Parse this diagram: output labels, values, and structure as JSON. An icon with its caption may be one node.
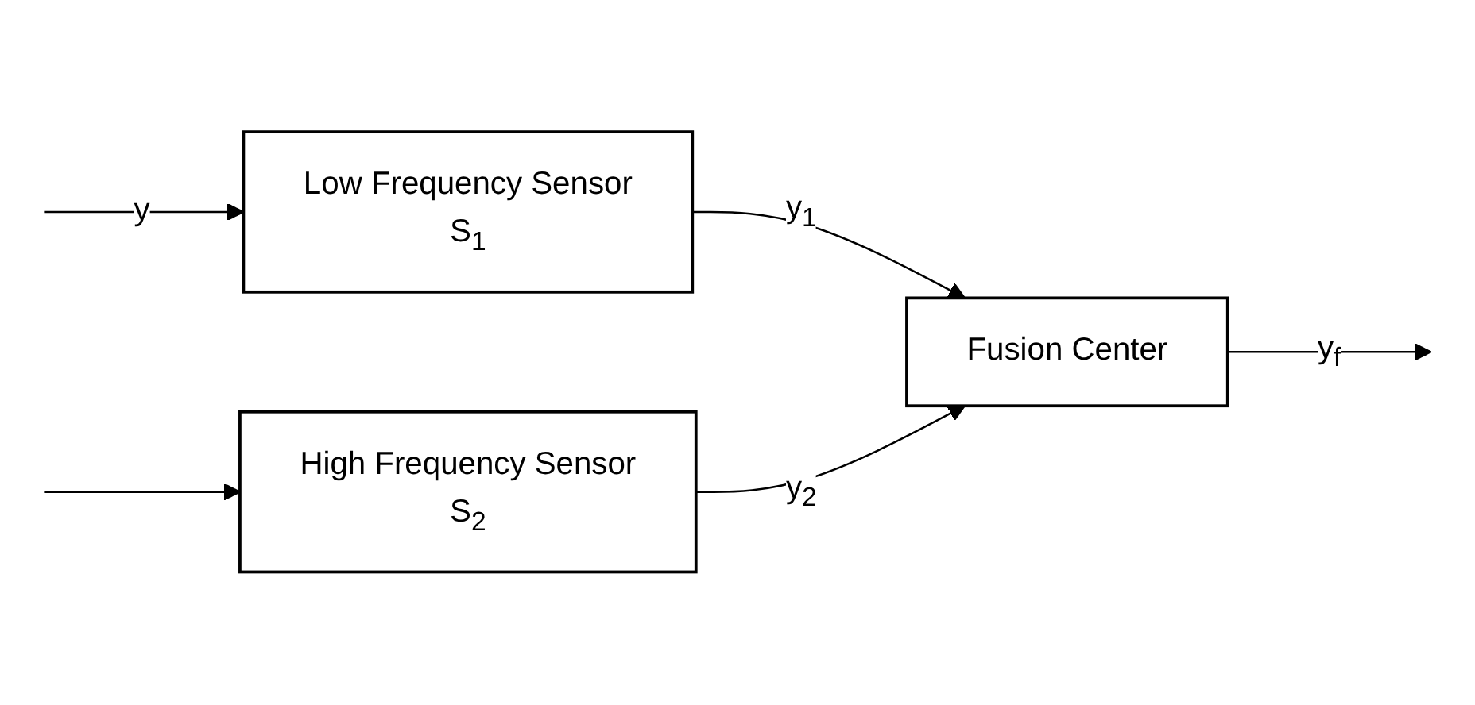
{
  "diagram": {
    "nodes": [
      {
        "text": [
          "Low Frequency Sensor",
          "S$_{1}$"
        ]
      },
      {
        "text": [
          "High Frequency Sensor",
          "S$_{2}$"
        ]
      },
      {
        "text": [
          "Fusion Center"
        ]
      }
    ],
    "edges": [
      {
        "from": null,
        "to": 0,
        "arrow": "to",
        "label": "y"
      },
      {
        "from": null,
        "to": 1,
        "arrow": "to"
      },
      {
        "from": 0,
        "to": 2,
        "arrow": "to",
        "label": "y$_{1}$"
      },
      {
        "from": 1,
        "to": 2,
        "arrow": "to",
        "label": "y$_{2}$"
      },
      {
        "from": 2,
        "to": null,
        "arrow": "to",
        "label": "y$_{f}$"
      }
    ]
  }
}
